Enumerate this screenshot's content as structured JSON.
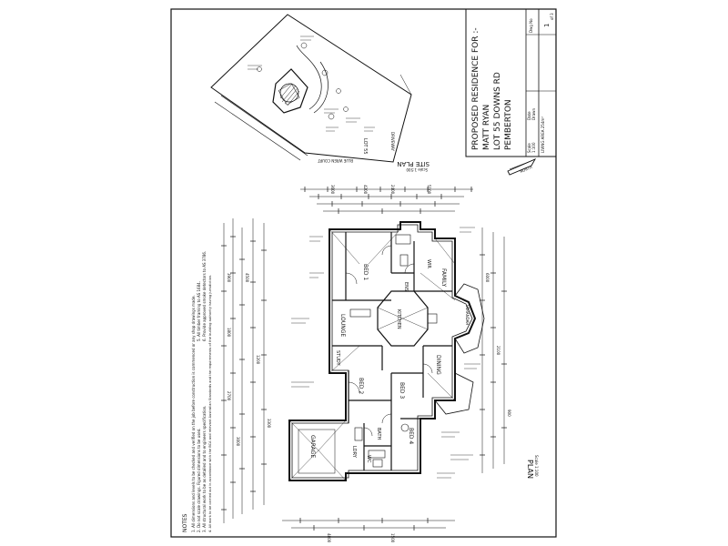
{
  "title_block": {
    "project_line1": "PROPOSED RESIDENCE FOR :-",
    "project_line2": "MATT RYAN",
    "project_line3": "LOT 55 DOWNS RD",
    "project_line4": "PEMBERTON",
    "dwg_no_label": "Dwg No",
    "sheet_no": "1",
    "sheet_of": "of 3",
    "scale_label": "Scale",
    "scale_value": "1:100",
    "date_label": "Date",
    "drawn_label": "Drawn",
    "area_label": "LIVING AREA 254m²"
  },
  "site_plan": {
    "title": "SITE PLAN",
    "scale": "Scale 1:500",
    "lot_label": "LOT 55",
    "road_label": "BLUE WREN COURT",
    "access_label": "DRIVEWAY"
  },
  "floor_plan": {
    "title": "PLAN",
    "scale": "Scale 1:100",
    "rooms": [
      "BED 1",
      "ENS",
      "WIR",
      "LOUNGE",
      "KITCHEN",
      "DINING",
      "FAMILY",
      "BED 2",
      "BED 3",
      "BED 4",
      "BATH",
      "LDRY",
      "WC",
      "STUDY",
      "GARAGE",
      "VERANDAH"
    ],
    "dims": [
      "3600",
      "4200",
      "2400",
      "5100",
      "3900",
      "1800",
      "2700",
      "3000",
      "4500",
      "1200",
      "3300",
      "6000",
      "2100",
      "900",
      "4800",
      "1500"
    ]
  },
  "notes": {
    "heading": "NOTES",
    "items": [
      "1. All dimensions and levels to be checked and verified on the job before construction is commenced or any shop drawings made.",
      "2. Do not scale drawings. Figured dimensions to be used.",
      "3. All structural work to be as detailed and to engineers specification.",
      "4. All work to be carried out in accordance with the BCA and relevant Australian Standards and the requirements of the building authority having jurisdiction.",
      "5. All timber framing to AS 1684.",
      "6. Provide approved smoke detectors to AS 3786."
    ]
  },
  "north": {
    "label": "NORTH"
  }
}
